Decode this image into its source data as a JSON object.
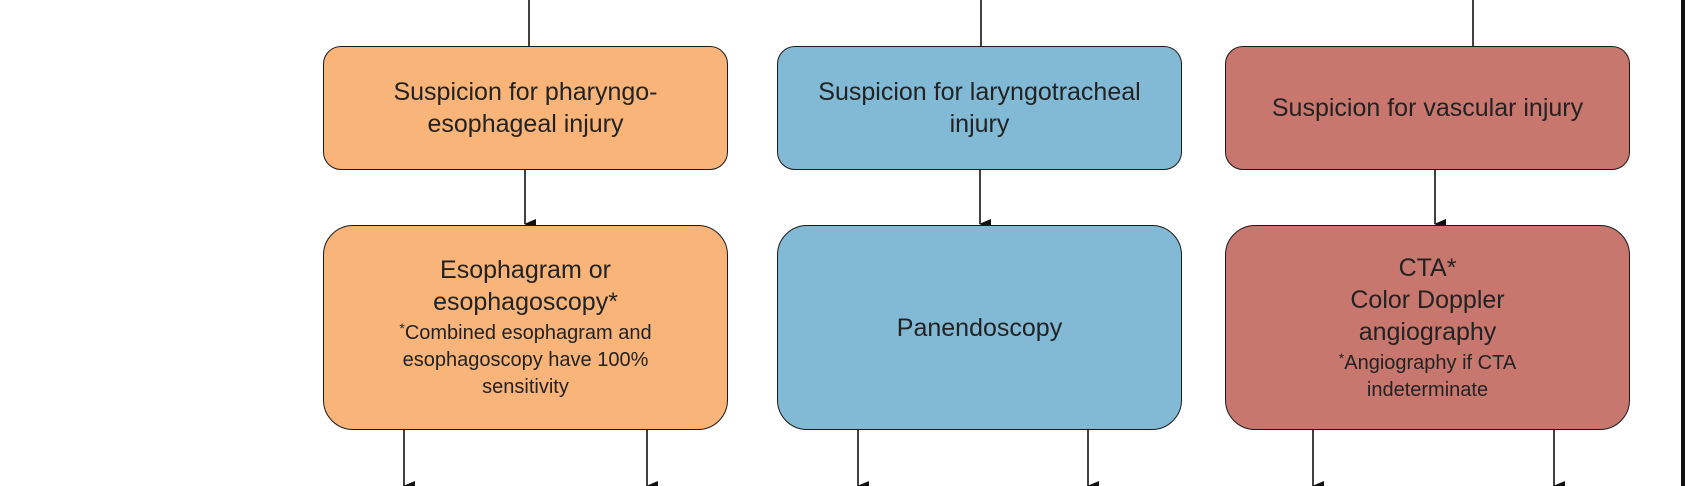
{
  "columns": {
    "pharyngoesophageal": {
      "color": "#f9b47a",
      "suspicion": "Suspicion for pharyngo-esophageal injury",
      "suspicion_lines": [
        "Suspicion for pharyngo-",
        "esophageal injury"
      ],
      "workup_lines": [
        "Esophagram or",
        "esophagoscopy*"
      ],
      "note_marker": "*",
      "note_lines": [
        "Combined esophagram and",
        "esophagoscopy have 100%",
        "sensitivity"
      ]
    },
    "laryngotracheal": {
      "color": "#82bad6",
      "suspicion_lines": [
        "Suspicion for laryngotracheal",
        "injury"
      ],
      "workup_lines": [
        "Panendoscopy"
      ]
    },
    "vascular": {
      "color": "#c8776f",
      "suspicion_lines": [
        "Suspicion for vascular injury"
      ],
      "workup_lines": [
        "CTA*",
        "Color Doppler",
        "angiography"
      ],
      "note_marker": "*",
      "note_lines": [
        "Angiography if CTA",
        "indeterminate"
      ]
    }
  }
}
